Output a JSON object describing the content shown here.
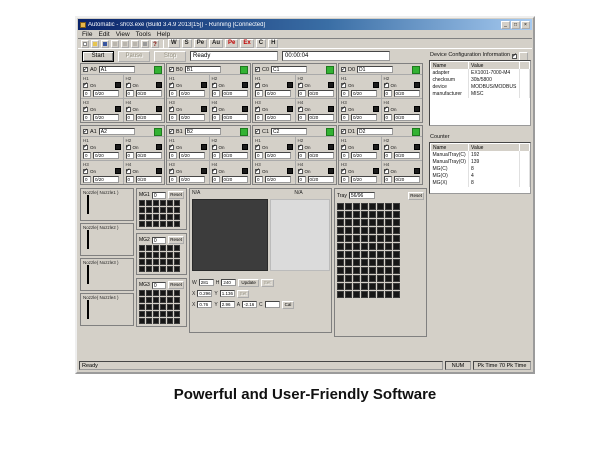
{
  "caption": "Powerful and User-Friendly Software",
  "colors": {
    "green": "#33b233",
    "chrome": "#d4d0c8",
    "titlebar_start": "#0a246a",
    "titlebar_end": "#a6caf0",
    "red_letter": "#c00000",
    "slot": "#161616"
  },
  "titlebar": {
    "title": "Automatic - sh03.exe (Build 3.4.9 2013[15]) - Running [Connected]",
    "buttons": [
      "_",
      "□",
      "×"
    ]
  },
  "menu": {
    "items": [
      "File",
      "Edit",
      "View",
      "Tools",
      "Help"
    ]
  },
  "toolbar": {
    "icons": [
      "new-icon",
      "open-icon",
      "save-icon",
      "cut-icon",
      "copy-icon",
      "paste-icon",
      "print-icon",
      "help-icon"
    ],
    "letters": [
      {
        "t": "W",
        "red": false
      },
      {
        "t": "S",
        "red": false
      },
      {
        "t": "Pe",
        "red": false
      },
      {
        "t": "Au",
        "red": false
      },
      {
        "t": "Pe",
        "red": true
      },
      {
        "t": "Ex",
        "red": true
      },
      {
        "t": "C",
        "red": false
      },
      {
        "t": "H",
        "red": false
      }
    ]
  },
  "controls": {
    "start": "Start",
    "pause": "Pause",
    "stop": "Stop",
    "status_value": "Ready",
    "time_value": "00:00:04"
  },
  "group_template": {
    "channel_labels": [
      "H1",
      "H2",
      "H3",
      "H4"
    ],
    "on_label": "On",
    "count_value": "0",
    "range_value": "0/20"
  },
  "groups": [
    {
      "id": "A0",
      "field": "A1"
    },
    {
      "id": "B0",
      "field": "B1"
    },
    {
      "id": "C0",
      "field": "C1"
    },
    {
      "id": "D0",
      "field": "D1"
    },
    {
      "id": "A1",
      "field": "A2"
    },
    {
      "id": "B1",
      "field": "B2"
    },
    {
      "id": "C1",
      "field": "C2"
    },
    {
      "id": "D1",
      "field": "D2"
    }
  ],
  "nozzles": {
    "items": [
      "Nozzle( Nozzle1 )",
      "Nozzle( Nozzle2 )",
      "Nozzle( Nozzle3 )",
      "Nozzle( Nozzle4 )"
    ]
  },
  "mg": {
    "reset_label": "Reset",
    "panels": [
      {
        "label": "MG1",
        "value": "0",
        "cols": 6,
        "rows": 4
      },
      {
        "label": "MG2",
        "value": "0",
        "cols": 6,
        "rows": 4
      },
      {
        "label": "MG3",
        "value": "0",
        "cols": 6,
        "rows": 5
      }
    ]
  },
  "camera": {
    "left_label": "N/A",
    "right_label": "N/A",
    "rows": [
      {
        "fields": [
          {
            "l": "W",
            "v": "281"
          },
          {
            "l": "H",
            "v": "240"
          }
        ],
        "buttons": [
          {
            "t": "Update",
            "disabled": false
          },
          {
            "t": "Set",
            "disabled": true
          }
        ]
      },
      {
        "fields": [
          {
            "l": "X",
            "v": "0.296"
          },
          {
            "l": "Y",
            "v": "1.136"
          }
        ],
        "buttons": [
          {
            "t": "Set",
            "disabled": true
          }
        ]
      },
      {
        "fields": [
          {
            "l": "X",
            "v": "0.76"
          },
          {
            "l": "Y",
            "v": "2.96"
          },
          {
            "l": "A",
            "v": "-2.16"
          },
          {
            "l": "C",
            "v": ""
          }
        ],
        "buttons": [
          {
            "t": "Cal",
            "disabled": false
          }
        ]
      }
    ]
  },
  "tray": {
    "label": "Tray",
    "value": "56/96",
    "reset_label": "Reset",
    "cols": 8,
    "rows": 12
  },
  "device_info": {
    "title": "Device Configuration Information",
    "headers": [
      "Name",
      "Value",
      ""
    ],
    "rows": [
      [
        "adapter",
        "EX1001-7000-M4"
      ],
      [
        "checksum",
        "30b/5800"
      ],
      [
        "device",
        "MODBUS/MODBUS"
      ],
      [
        "manufacturer",
        "MISC"
      ]
    ]
  },
  "counter": {
    "title": "Counter",
    "headers": [
      "Name",
      "Value",
      ""
    ],
    "rows": [
      [
        "ManualTray(C)",
        "192"
      ],
      [
        "ManualTray(O)",
        "139"
      ],
      [
        "MG(C)",
        "8"
      ],
      [
        "MG(O)",
        "4"
      ],
      [
        "MG(X)",
        "8"
      ]
    ]
  },
  "statusbar": {
    "left": "Ready",
    "cells": [
      "NUM",
      "Pk Time 70 Pk Time"
    ]
  }
}
